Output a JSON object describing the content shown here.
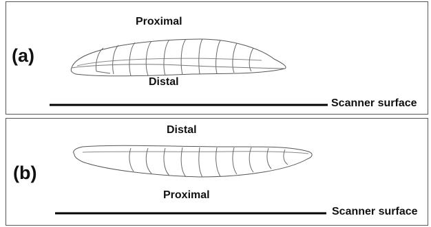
{
  "panels": [
    {
      "id": "(a)",
      "top_label": "Proximal",
      "bottom_label": "Distal",
      "surface_label": "Scanner surface"
    },
    {
      "id": "(b)",
      "top_label": "Distal",
      "bottom_label": "Proximal",
      "surface_label": "Scanner surface"
    }
  ]
}
